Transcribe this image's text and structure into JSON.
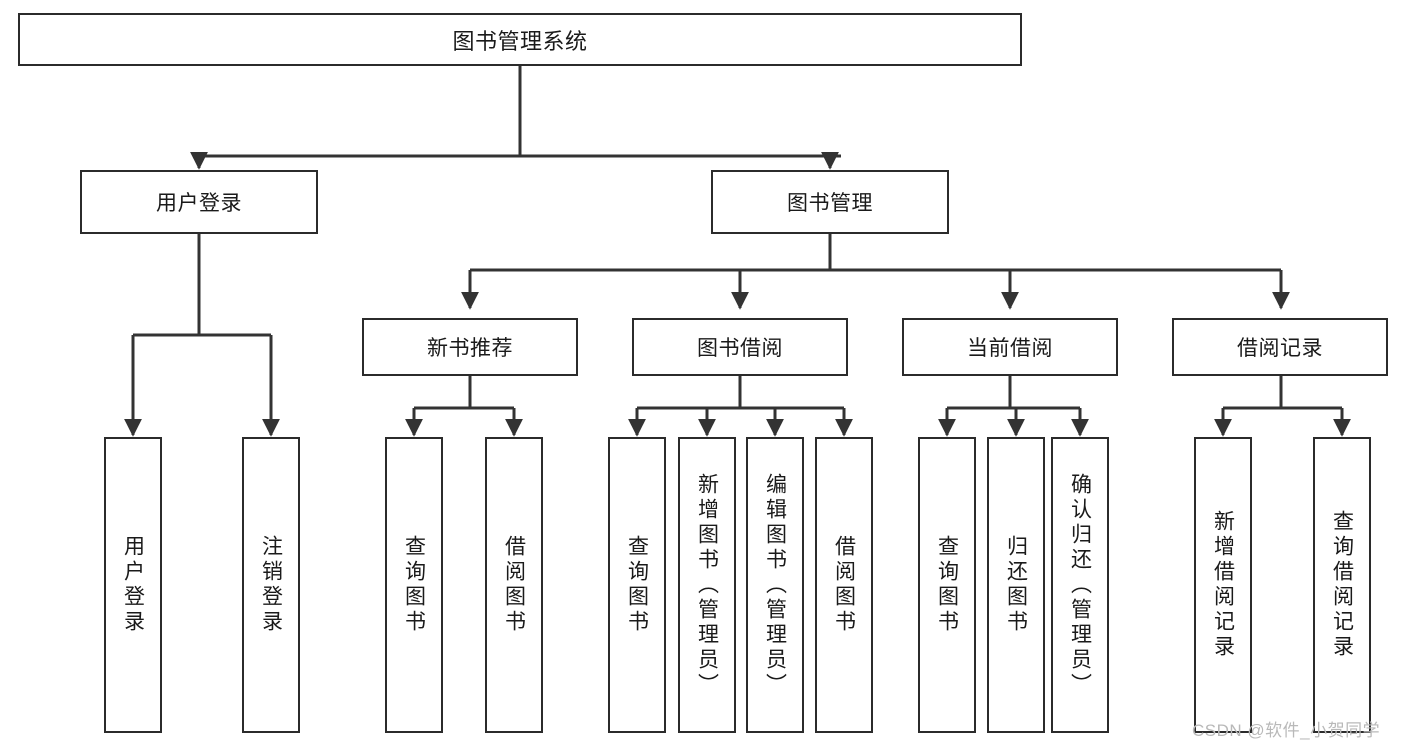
{
  "diagram": {
    "type": "tree-hierarchy",
    "title": "图书管理系统",
    "watermark": "CSDN @软件_小贺同学",
    "colors": {
      "box_border": "#2b2b2b",
      "box_fill": "#ffffff",
      "connector": "#333333",
      "text": "#1a1a1a",
      "watermark": "#b9b9b9"
    },
    "root": {
      "label": "图书管理系统"
    },
    "level2": [
      {
        "label": "用户登录"
      },
      {
        "label": "图书管理"
      }
    ],
    "level3": [
      {
        "label": "新书推荐"
      },
      {
        "label": "图书借阅"
      },
      {
        "label": "当前借阅"
      },
      {
        "label": "借阅记录"
      }
    ],
    "leaves": {
      "user_login": [
        {
          "label": "用户登录"
        },
        {
          "label": "注销登录"
        }
      ],
      "new_book": [
        {
          "label": "查询图书"
        },
        {
          "label": "借阅图书"
        }
      ],
      "book_borrow": [
        {
          "label": "查询图书"
        },
        {
          "label": "新增图书（管理员）"
        },
        {
          "label": "编辑图书（管理员）"
        },
        {
          "label": "借阅图书"
        }
      ],
      "current_borrow": [
        {
          "label": "查询图书"
        },
        {
          "label": "归还图书"
        },
        {
          "label": "确认归还（管理员）"
        }
      ],
      "borrow_record": [
        {
          "label": "新增借阅记录"
        },
        {
          "label": "查询借阅记录"
        }
      ]
    }
  }
}
